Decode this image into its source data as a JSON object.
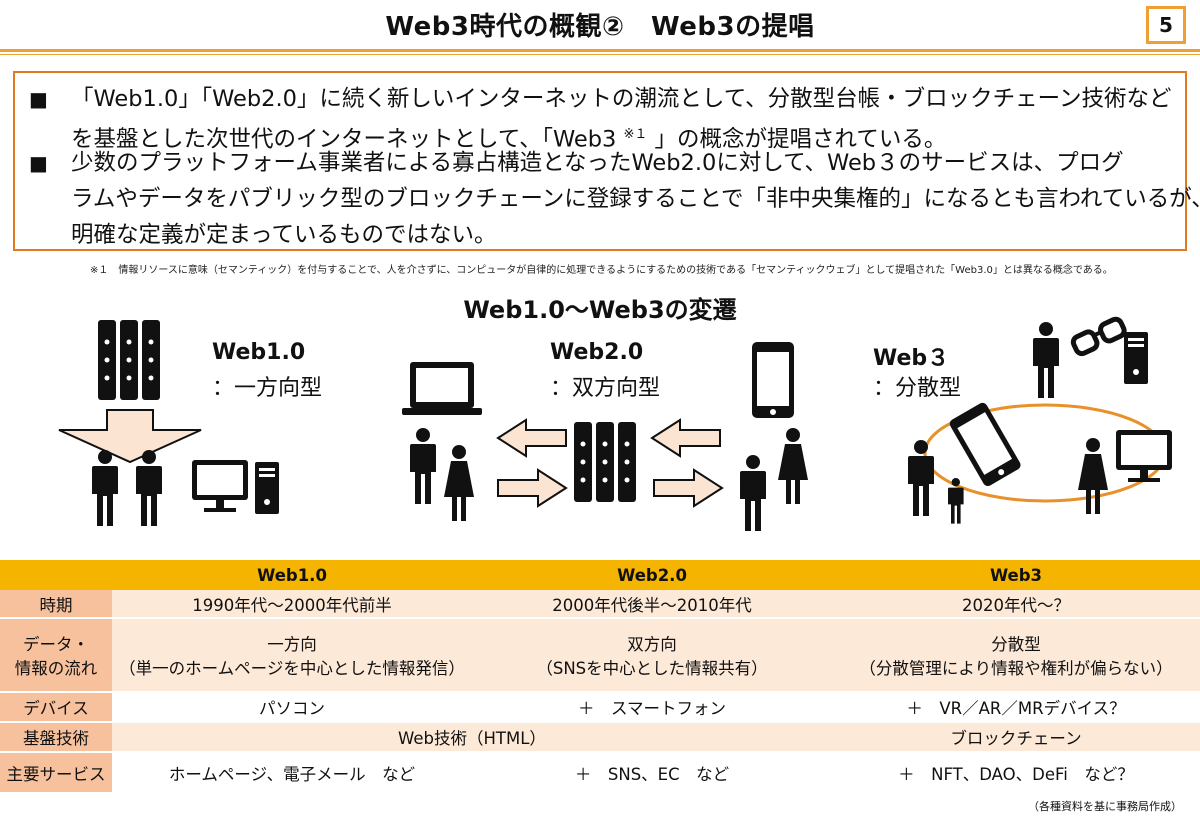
{
  "header": {
    "title": "Web3時代の概観②　Web3の提唱",
    "page_number": "5"
  },
  "summary": {
    "bullet_symbol": "■",
    "bullet1_line1": "「Web1.0」「Web2.0」に続く新しいインターネットの潮流として、分散型台帳・ブロックチェーン技術など",
    "bullet1_line2_pre": "を基盤とした次世代のインターネットとして、「Web3 ",
    "bullet1_sup": "※１",
    "bullet1_line2_post": " 」の概念が提唱されている。",
    "bullet2_line1": "少数のプラットフォーム事業者による寡占構造となったWeb2.0に対して、Web３のサービスは、プログ",
    "bullet2_line2": "ラムやデータをパブリック型のブロックチェーンに登録することで「非中央集権的」になるとも言われているが、",
    "bullet2_line3": "明確な定義が定まっているものではない。"
  },
  "footnote": "※１　情報リソースに意味（セマンティック）を付与することで、人を介さずに、コンピュータが自律的に処理できるようにするための技術である「セマンティックウェブ」として提唱された「Web3.0」とは異なる概念である。",
  "section_title": "Web1.0～Web3の変遷",
  "eras": [
    {
      "name": "Web1.0",
      "type": "：一方向型"
    },
    {
      "name": "Web2.0",
      "type": "：双方向型"
    },
    {
      "name": "Web３",
      "type": "：分散型"
    }
  ],
  "table": {
    "headers": [
      "",
      "Web1.0",
      "Web2.0",
      "Web3"
    ],
    "rows": {
      "period": {
        "label": "時期",
        "c1": "1990年代～2000年代前半",
        "c2": "2000年代後半～2010年代",
        "c3": "2020年代～？"
      },
      "flow": {
        "label1": "データ・",
        "label2": "情報の流れ",
        "c1a": "一方向",
        "c1b": "（単一のホームページを中心とした情報発信）",
        "c2a": "双方向",
        "c2b": "（SNSを中心とした情報共有）",
        "c3a": "分散型",
        "c3b": "（分散管理により情報や権利が偏らない）"
      },
      "device": {
        "label": "デバイス",
        "c1": "パソコン",
        "c2": "＋　スマートフォン",
        "c3": "＋　VR／AR／MRデバイス？"
      },
      "tech": {
        "label": "基盤技術",
        "c12": "Web技術（HTML）",
        "c3": "ブロックチェーン"
      },
      "service": {
        "label": "主要サービス",
        "c1": "ホームページ、電子メール　など",
        "c2": "＋　SNS、EC　など",
        "c3": "＋　NFT、DAO、DeFi　など？"
      }
    }
  },
  "source": "（各種資料を基に事務局作成）",
  "colors": {
    "accent": "#f0a033",
    "box_border": "#e07a1f",
    "table_header": "#f5b400",
    "row_head": "#f6c19c",
    "band": "#fde9d8",
    "arrow_fill": "#fce4d2"
  },
  "icons": [
    "server-icon",
    "down-arrow-icon",
    "person-icon",
    "monitor-icon",
    "pc-tower-icon",
    "laptop-icon",
    "smartphone-icon",
    "left-arrow-icon",
    "right-arrow-icon",
    "glasses-icon",
    "network-ring-icon"
  ]
}
